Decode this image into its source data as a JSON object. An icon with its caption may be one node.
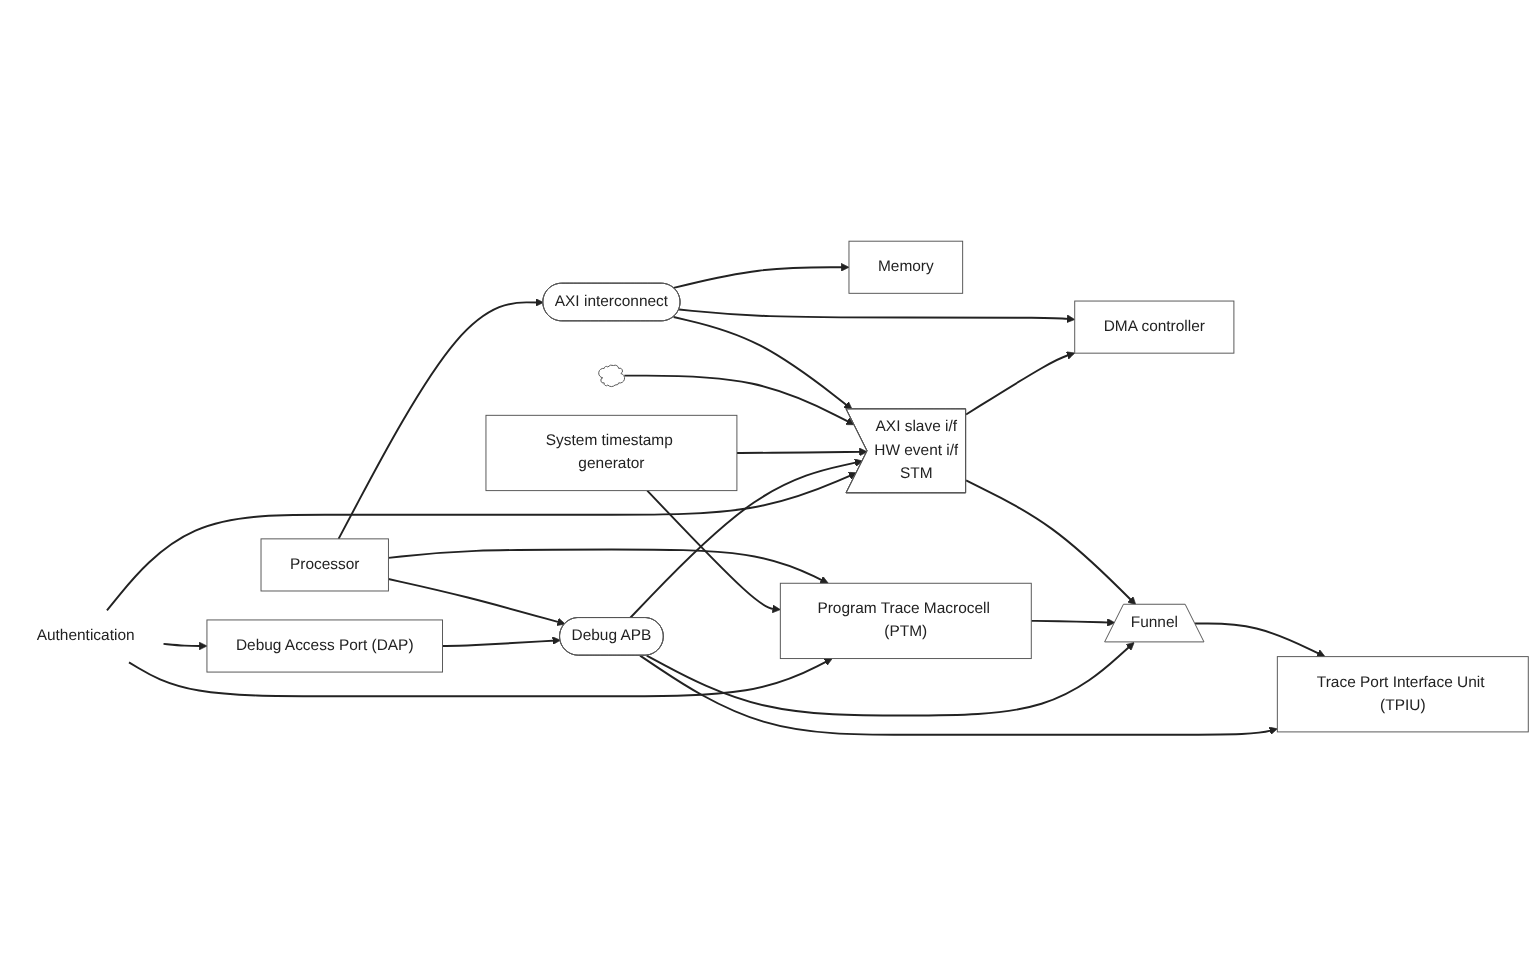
{
  "diagram": {
    "nodes": [
      {
        "text": [
          "Memory"
        ]
      },
      {
        "text": [
          "DMA controller"
        ]
      },
      {
        "text": [
          "AXI interconnect"
        ]
      },
      {
        "text": [
          "AXI slave i/f",
          "HW event i/f",
          "STM"
        ]
      },
      {
        "text": [],
        "shape": "cloud"
      },
      {
        "text": [
          "Funnel"
        ]
      },
      {
        "text": [
          "Trace Port Interface Unit (TPIU)"
        ]
      },
      {
        "text": [
          "Processor"
        ]
      },
      {
        "text": [
          "Program Trace Macrocell (PTM)"
        ]
      },
      {
        "text": [
          "System timestamp generator"
        ]
      },
      {
        "text": [
          "Debug APB"
        ]
      },
      {
        "text": [
          "Debug Access Port (DAP)"
        ]
      },
      {
        "text": [
          "Authentication"
        ]
      }
    ],
    "edges": [
      {
        "from": 2,
        "to": 0,
        "arrow": "to"
      },
      {
        "from": 2,
        "to": 1,
        "arrow": "to"
      },
      {
        "from": 7,
        "to": 2,
        "arrow": "to"
      },
      {
        "from": 2,
        "to": 3,
        "arrow": "to"
      },
      {
        "from": 3,
        "to": 1,
        "arrow": "to"
      },
      {
        "from": 4,
        "to": 3,
        "arrow": "to"
      },
      {
        "from": 3,
        "to": 5,
        "arrow": "to"
      },
      {
        "from": 8,
        "to": 5,
        "arrow": "to"
      },
      {
        "from": 5,
        "to": 6,
        "arrow": "to"
      },
      {
        "from": 7,
        "to": 8,
        "arrow": "to"
      },
      {
        "from": 7,
        "to": 10,
        "arrow": "to"
      },
      {
        "from": 9,
        "to": 8,
        "arrow": "to"
      },
      {
        "from": 9,
        "to": 3,
        "arrow": "to"
      },
      {
        "from": 10,
        "to": 3,
        "arrow": "to"
      },
      {
        "from": 12,
        "to": 3,
        "arrow": "to"
      },
      {
        "from": 10,
        "to": 5,
        "arrow": "to"
      },
      {
        "from": 10,
        "to": 6,
        "arrow": "to"
      },
      {
        "from": 11,
        "to": 10,
        "arrow": "to"
      },
      {
        "from": 12,
        "to": 11,
        "arrow": "to"
      },
      {
        "from": 12,
        "to": 8,
        "arrow": "to"
      }
    ]
  }
}
